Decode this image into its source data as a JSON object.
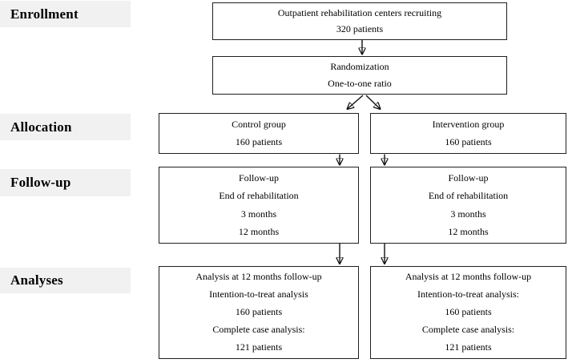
{
  "colors": {
    "stage_bar_bg": "#f1f1f1",
    "box_border": "#1f1f1f",
    "text": "#000000",
    "arrow": "#111111",
    "background": "#ffffff"
  },
  "stages": {
    "enrollment": "Enrollment",
    "allocation": "Allocation",
    "followup": "Follow-up",
    "analyses": "Analyses"
  },
  "boxes": {
    "recruiting": {
      "lines": [
        "Outpatient rehabilitation centers recruiting",
        "320 patients"
      ]
    },
    "randomization": {
      "lines": [
        "Randomization",
        "One-to-one ratio"
      ]
    },
    "control": {
      "lines": [
        "Control group",
        "160 patients"
      ]
    },
    "intervention": {
      "lines": [
        "Intervention group",
        "160 patients"
      ]
    },
    "followup_control": {
      "lines": [
        "Follow-up",
        "End of rehabilitation",
        "3 months",
        "12 months"
      ]
    },
    "followup_intervention": {
      "lines": [
        "Follow-up",
        "End of rehabilitation",
        "3 months",
        "12 months"
      ]
    },
    "analysis_control": {
      "lines": [
        "Analysis at 12 months follow-up",
        "Intention-to-treat analysis",
        "160 patients",
        "Complete case analysis:",
        "121 patients"
      ]
    },
    "analysis_intervention": {
      "lines": [
        "Analysis at 12 months follow-up",
        "Intention-to-treat analysis:",
        "160 patients",
        "Complete case analysis:",
        "121 patients"
      ]
    }
  }
}
